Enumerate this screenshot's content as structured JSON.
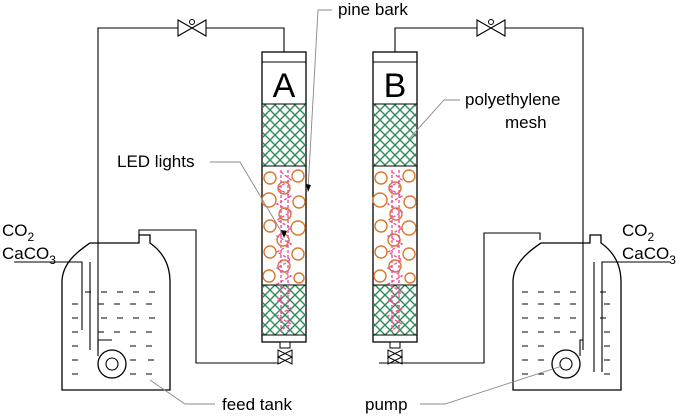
{
  "labels": {
    "pine_bark": "pine bark",
    "column_a": "A",
    "column_b": "B",
    "polyethylene_line1": "polyethylene",
    "polyethylene_line2": "mesh",
    "led_lights": "LED lights",
    "co2": "CO",
    "caco3": "CaCO",
    "sub2": "2",
    "sub3": "3",
    "feed_tank": "feed tank",
    "pump": "pump"
  },
  "colors": {
    "line": "#000000",
    "mesh": "#2e8b57",
    "bark": "#d9782a",
    "led": "#e8559a",
    "background": "#ffffff"
  },
  "icons": [
    "valve-icon",
    "pump-icon"
  ]
}
